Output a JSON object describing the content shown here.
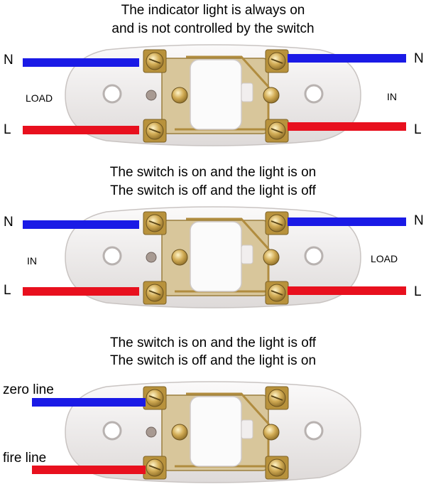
{
  "diagrams": [
    {
      "caption": [
        "The indicator light is always on",
        "and is not controlled by the switch"
      ],
      "left_top_label": "N",
      "left_bottom_label": "L",
      "right_top_label": "N",
      "right_bottom_label": "L",
      "left_side_text": "LOAD",
      "right_side_text": "IN"
    },
    {
      "caption": [
        "The switch is on and the light is on",
        "The switch is off and the light is off"
      ],
      "left_top_label": "N",
      "left_bottom_label": "L",
      "right_top_label": "N",
      "right_bottom_label": "L",
      "left_side_text": "IN",
      "right_side_text": "LOAD"
    },
    {
      "caption": [
        "The switch is on and the light is off",
        "The switch is off and the light is on"
      ],
      "left_top_label": "zero line",
      "left_bottom_label": "fire line"
    }
  ],
  "colors": {
    "neutral_wire": "#1a1ae6",
    "live_wire": "#e8101e",
    "switch_body": "#f2efee",
    "brass": "#c9a24a",
    "button": "#fbfbfb"
  }
}
